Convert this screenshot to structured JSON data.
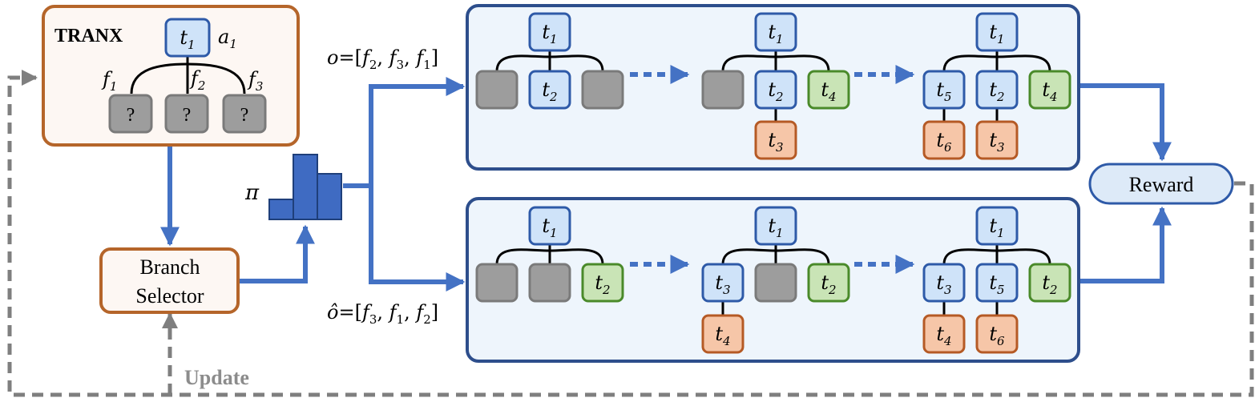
{
  "tranx": {
    "title": "TRANX",
    "root": {
      "base": "t",
      "sub": "1"
    },
    "action": {
      "base": "a",
      "sub": "1"
    },
    "fields": [
      {
        "base": "f",
        "sub": "1"
      },
      {
        "base": "f",
        "sub": "2"
      },
      {
        "base": "f",
        "sub": "3"
      }
    ],
    "unknown_label": "?"
  },
  "branch_selector": {
    "line1": "Branch",
    "line2": "Selector"
  },
  "policy": {
    "symbol": "π"
  },
  "orders": {
    "o": {
      "label": "o",
      "eq": "=[",
      "items": [
        "2",
        "3",
        "1"
      ]
    },
    "o_hat": {
      "label": "ô",
      "eq": "=[",
      "items": [
        "3",
        "1",
        "2"
      ]
    }
  },
  "reward": {
    "label": "Reward"
  },
  "update": {
    "label": "Update"
  },
  "colors": {
    "blue_stroke": "#2e5aa8",
    "blue_fill": "#cfe3f9",
    "green_stroke": "#4a8a2a",
    "green_fill": "#c9e4b6",
    "orange_stroke": "#b55a25",
    "orange_fill": "#f6c6a8",
    "gray_stroke": "#7a7a7a",
    "gray_fill": "#9d9d9d",
    "panel_stroke": "#2d4e8c",
    "panel_fill": "#eef5fc",
    "tranx_stroke": "#b5652a",
    "tranx_fill": "#fdf7f3",
    "arrow": "#4472c4",
    "dash": "#7f7f7f",
    "hist": "#3f6bc2"
  },
  "top_panel": {
    "stages": [
      {
        "root": "1",
        "children": [
          {
            "kind": "gray"
          },
          {
            "kind": "blue",
            "sub": "2"
          },
          {
            "kind": "gray"
          }
        ],
        "below": []
      },
      {
        "root": "1",
        "children": [
          {
            "kind": "gray"
          },
          {
            "kind": "blue",
            "sub": "2"
          },
          {
            "kind": "green",
            "sub": "4"
          }
        ],
        "below": [
          {
            "under": 1,
            "sub": "3"
          }
        ]
      },
      {
        "root": "1",
        "children": [
          {
            "kind": "blue",
            "sub": "5"
          },
          {
            "kind": "blue",
            "sub": "2"
          },
          {
            "kind": "green",
            "sub": "4"
          }
        ],
        "below": [
          {
            "under": 0,
            "sub": "6"
          },
          {
            "under": 1,
            "sub": "3"
          }
        ]
      }
    ]
  },
  "bottom_panel": {
    "stages": [
      {
        "root": "1",
        "children": [
          {
            "kind": "gray"
          },
          {
            "kind": "gray"
          },
          {
            "kind": "green",
            "sub": "2"
          }
        ],
        "below": []
      },
      {
        "root": "1",
        "children": [
          {
            "kind": "blue",
            "sub": "3"
          },
          {
            "kind": "gray"
          },
          {
            "kind": "green",
            "sub": "2"
          }
        ],
        "below": [
          {
            "under": 0,
            "sub": "4"
          }
        ]
      },
      {
        "root": "1",
        "children": [
          {
            "kind": "blue",
            "sub": "3"
          },
          {
            "kind": "blue",
            "sub": "5"
          },
          {
            "kind": "green",
            "sub": "2"
          }
        ],
        "below": [
          {
            "under": 0,
            "sub": "4"
          },
          {
            "under": 1,
            "sub": "6"
          }
        ]
      }
    ]
  }
}
